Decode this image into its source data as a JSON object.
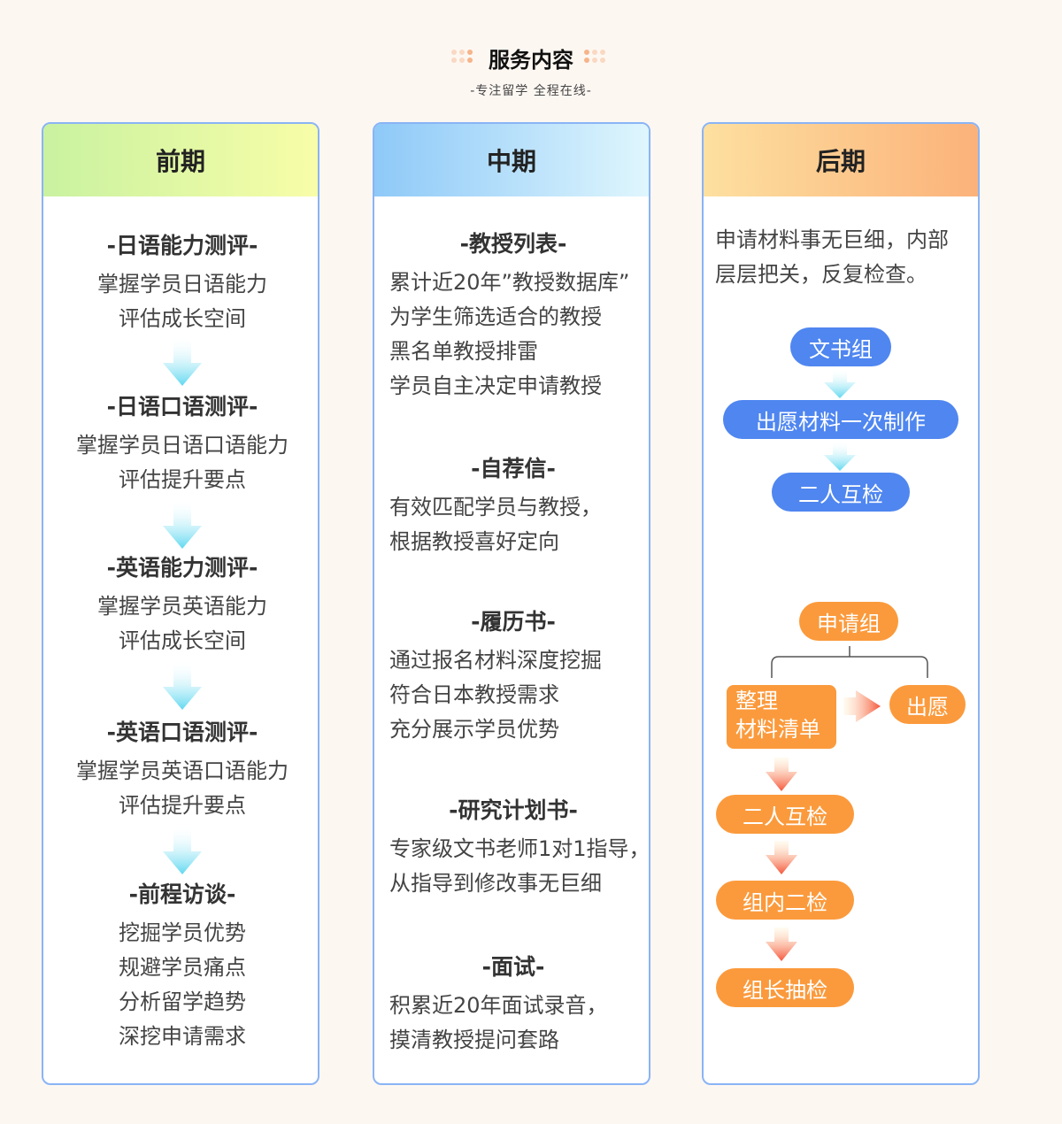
{
  "header": {
    "title": "服务内容",
    "subtitle": "-专注留学 全程在线-"
  },
  "columns": [
    {
      "title": "前期",
      "sections": [
        {
          "title": "-日语能力测评-",
          "lines": [
            "掌握学员日语能力",
            "评估成长空间"
          ]
        },
        {
          "title": "-日语口语测评-",
          "lines": [
            "掌握学员日语口语能力",
            "评估提升要点"
          ]
        },
        {
          "title": "-英语能力测评-",
          "lines": [
            "掌握学员英语能力",
            "评估成长空间"
          ]
        },
        {
          "title": "-英语口语测评-",
          "lines": [
            "掌握学员英语口语能力",
            "评估提升要点"
          ]
        },
        {
          "title": "-前程访谈-",
          "lines": [
            "挖掘学员优势",
            "规避学员痛点",
            "分析留学趋势",
            "深挖申请需求"
          ]
        }
      ]
    },
    {
      "title": "中期",
      "sections": [
        {
          "title": "-教授列表-",
          "lines": [
            "累计近20年”教授数据库”",
            "为学生筛选适合的教授",
            "黑名单教授排雷",
            "学员自主决定申请教授"
          ]
        },
        {
          "title": "-自荐信-",
          "lines": [
            "有效匹配学员与教授，",
            "根据教授喜好定向"
          ]
        },
        {
          "title": "-履历书-",
          "lines": [
            "通过报名材料深度挖掘",
            "符合日本教授需求",
            "充分展示学员优势"
          ]
        },
        {
          "title": "-研究计划书-",
          "lines": [
            "专家级文书老师1对1指导，",
            "从指导到修改事无巨细"
          ]
        },
        {
          "title": "-面试-",
          "lines": [
            "积累近20年面试录音，",
            "摸清教授提问套路"
          ]
        }
      ]
    },
    {
      "title": "后期",
      "intro": [
        "申请材料事无巨细，内部",
        "层层把关，反复检查。"
      ],
      "wenshu": [
        "文书组",
        "出愿材料一次制作",
        "二人互检"
      ],
      "shenqing": {
        "group": "申请组",
        "left": [
          "整理",
          "材料清单"
        ],
        "right": "出愿",
        "steps": [
          "二人互检",
          "组内二检",
          "组长抽检"
        ]
      }
    }
  ]
}
